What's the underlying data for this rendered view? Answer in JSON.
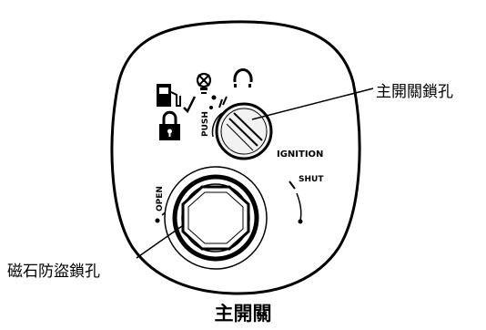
{
  "callouts": {
    "main_switch_keyhole": "主開關鎖孔",
    "magnetic_antitheft_keyhole": "磁石防盜鎖孔"
  },
  "panel_markings": {
    "push": "PUSH",
    "ignition": "IGNITION",
    "shut": "SHUT",
    "open": "OPEN"
  },
  "icons": [
    "fuel-pump-icon",
    "fuel-cap-open-check-icon",
    "lights-off-icon",
    "seat-unlock-icon",
    "padlock-icon"
  ],
  "caption": "主開關"
}
